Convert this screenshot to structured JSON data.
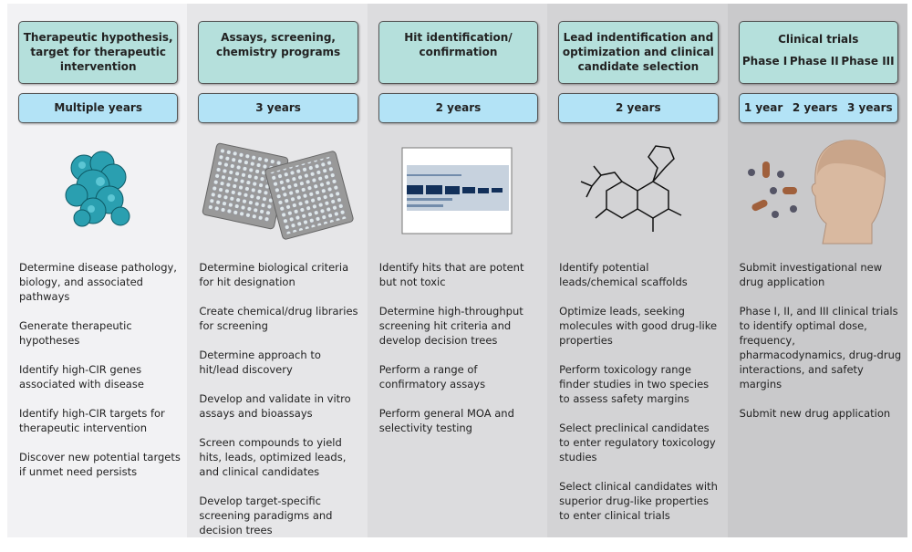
{
  "columns": [
    {
      "title": "Therapeutic hypothesis, target for therapeutic intervention",
      "duration": "Multiple years",
      "image": "protein-structure",
      "items": [
        "Determine disease pathology, biology, and associated pathways",
        "Generate therapeutic hypotheses",
        "Identify high-CIR genes associated with disease",
        "Identify high-CIR targets for therapeutic intervention",
        "Discover new potential targets if unmet need persists"
      ]
    },
    {
      "title": "Assays, screening, chemistry programs",
      "duration": "3 years",
      "image": "assay-plates",
      "items": [
        "Determine biological criteria for hit designation",
        "Create chemical/drug libraries for screening",
        "Determine approach to hit/lead discovery",
        "Develop and validate in vitro assays and bioassays",
        "Screen compounds to yield hits, leads, optimized leads, and clinical candidates",
        "Develop target-specific screening paradigms and decision trees"
      ]
    },
    {
      "title": "Hit identification/ confirmation",
      "duration": "2 years",
      "image": "gel-electrophoresis",
      "items": [
        "Identify hits that are potent but not toxic",
        "Determine high-throughput screening hit criteria and develop decision trees",
        "Perform a range of confirmatory assays",
        "Perform general MOA and selectivity testing"
      ]
    },
    {
      "title": "Lead indentification and optimization and clinical candidate selection",
      "duration": "2 years",
      "image": "chemical-structure",
      "items": [
        "Identify potential leads/chemical scaffolds",
        "Optimize leads, seeking molecules with good drug-like properties",
        "Perform toxicology range finder studies in two species to assess safety margins",
        "Select preclinical candidates to enter regulatory toxicology studies",
        "Select clinical candidates with superior drug-like properties to enter clinical trials"
      ]
    },
    {
      "title": "Clinical trials",
      "phases": [
        "Phase I",
        "Phase II",
        "Phase III"
      ],
      "durations": [
        "1 year",
        "2 years",
        "3 years"
      ],
      "image": "pills-and-head",
      "items": [
        "Submit investigational new drug application",
        "Phase I, II, and III clinical trials to identify optimal dose, frequency, pharmacodynamics, drug-drug interactions, and safety margins",
        "Submit new drug application"
      ]
    }
  ]
}
